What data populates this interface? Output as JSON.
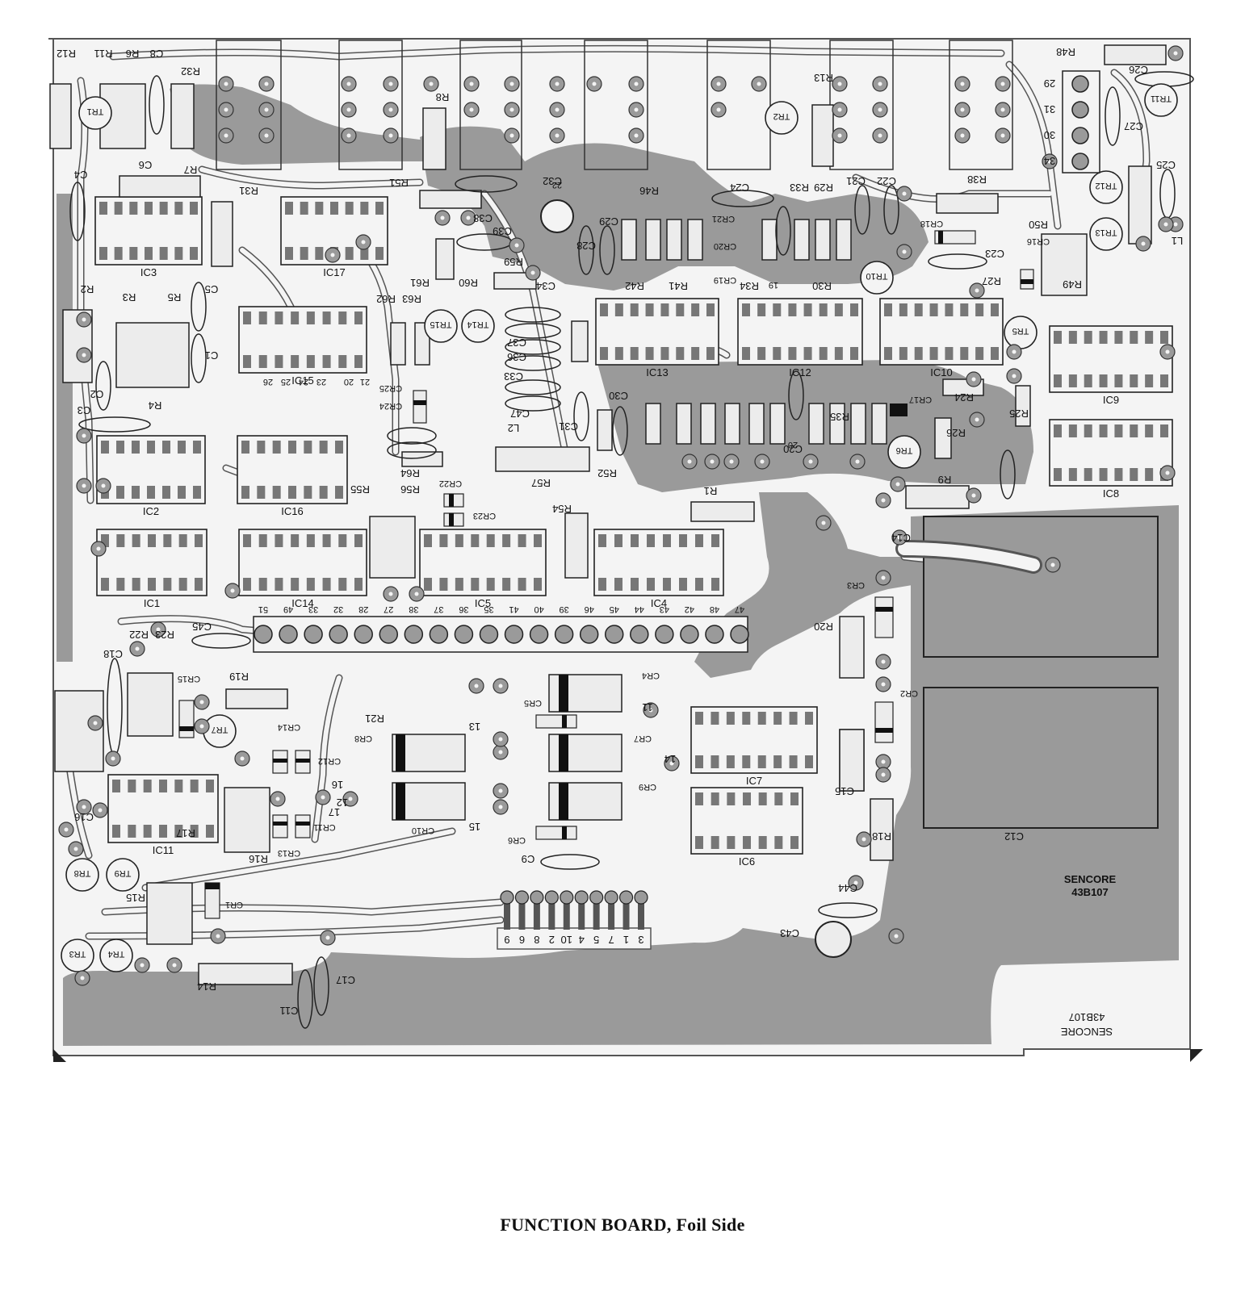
{
  "caption": {
    "title": "FUNCTION BOARD,",
    "subtitle": "Foil Side"
  },
  "brand": {
    "marking": "SENCORE",
    "part_number": "43B107",
    "marking_lower": "SENCORE",
    "part_number_lower": "43B107"
  },
  "ics": [
    {
      "id": "ic1",
      "label": "IC1"
    },
    {
      "id": "ic2",
      "label": "IC2"
    },
    {
      "id": "ic3",
      "label": "IC3"
    },
    {
      "id": "ic4",
      "label": "IC4"
    },
    {
      "id": "ic5",
      "label": "IC5"
    },
    {
      "id": "ic6",
      "label": "IC6"
    },
    {
      "id": "ic7",
      "label": "IC7"
    },
    {
      "id": "ic8",
      "label": "IC8"
    },
    {
      "id": "ic9",
      "label": "IC9"
    },
    {
      "id": "ic10",
      "label": "IC10"
    },
    {
      "id": "ic11",
      "label": "IC11"
    },
    {
      "id": "ic12",
      "label": "IC12"
    },
    {
      "id": "ic13",
      "label": "IC13"
    },
    {
      "id": "ic14",
      "label": "IC14"
    },
    {
      "id": "ic15",
      "label": "IC15"
    },
    {
      "id": "ic16",
      "label": "IC16"
    },
    {
      "id": "ic17",
      "label": "IC17"
    }
  ],
  "transistors": [
    "TR1",
    "TR2",
    "TR3",
    "TR4",
    "TR5",
    "TR6",
    "TR7",
    "TR8",
    "TR9",
    "TR10",
    "TR11",
    "TR12",
    "TR13",
    "TR14",
    "TR15"
  ],
  "resistors": [
    "R1",
    "R2",
    "R3",
    "R4",
    "R5",
    "R6",
    "R7",
    "R8",
    "R9",
    "R11",
    "R12",
    "R13",
    "R14",
    "R15",
    "R16",
    "R17",
    "R18",
    "R19",
    "R20",
    "R21",
    "R22",
    "R23",
    "R24",
    "R25",
    "R26",
    "R27",
    "R29",
    "R30",
    "R31",
    "R32",
    "R33",
    "R34",
    "R35",
    "R38",
    "R41",
    "R42",
    "R46",
    "R48",
    "R49",
    "R50",
    "R51",
    "R52",
    "R54",
    "R55",
    "R56",
    "R57",
    "R59",
    "R60",
    "R61",
    "R62",
    "R63",
    "R64"
  ],
  "capacitors": [
    "C1",
    "C2",
    "C3",
    "C4",
    "C5",
    "C6",
    "C8",
    "C9",
    "C11",
    "C12",
    "C14",
    "C15",
    "C16",
    "C17",
    "C18",
    "C20",
    "C21",
    "C22",
    "C23",
    "C24",
    "C25",
    "C26",
    "C27",
    "C28",
    "C29",
    "C30",
    "C31",
    "C32",
    "C33",
    "C34",
    "C36",
    "C37",
    "C38",
    "C39",
    "C43",
    "C44",
    "C45",
    "C47"
  ],
  "diodes": [
    "CR1",
    "CR2",
    "CR3",
    "CR4",
    "CR5",
    "CR6",
    "CR7",
    "CR8",
    "CR9",
    "CR10",
    "CR11",
    "CR12",
    "CR13",
    "CR14",
    "CR15",
    "CR16",
    "CR17",
    "CR18",
    "CR19",
    "CR20",
    "CR21",
    "CR22",
    "CR23",
    "CR24",
    "CR25"
  ],
  "other_labels": {
    "l1": "L1",
    "l2": "L2"
  },
  "connector_pins_top": [
    "47",
    "48",
    "42",
    "43",
    "44",
    "45",
    "46",
    "39",
    "40",
    "41",
    "35",
    "36",
    "37",
    "38",
    "27",
    "28",
    "32",
    "33",
    "49",
    "51"
  ],
  "connector_pins_bottom": [
    "3",
    "1",
    "7",
    "5",
    "4",
    "10",
    "2",
    "8",
    "6",
    "9"
  ],
  "edge_pins_right": [
    "29",
    "31",
    "30",
    "34"
  ],
  "tr_pad_labels": [
    "13",
    "14",
    "15",
    "11",
    "16",
    "17",
    "12"
  ],
  "misc_numbers": [
    "22",
    "20",
    "19",
    "26",
    "25",
    "24",
    "23",
    "20",
    "21"
  ]
}
